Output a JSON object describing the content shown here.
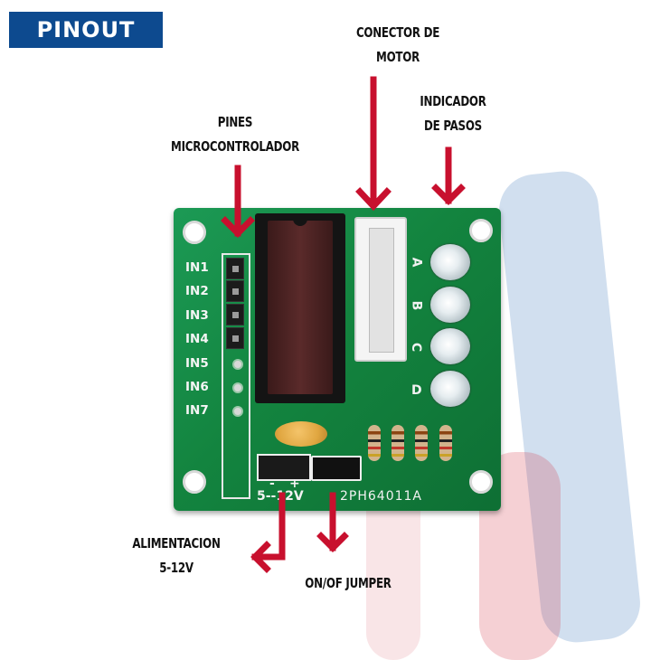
{
  "badge": {
    "text": "PINOUT",
    "background": "#0d4a8f"
  },
  "arrow_color": "#c8102e",
  "callouts": {
    "conector_motor": {
      "line1": "CONECTOR DE",
      "line2": "MOTOR"
    },
    "indicador_pasos": {
      "line1": "INDICADOR",
      "line2": "DE PASOS"
    },
    "pines_micro": {
      "line1": "PINES",
      "line2": "MICROCONTROLADOR"
    },
    "alimentacion": {
      "line1": "ALIMENTACION",
      "line2": "5-12V"
    },
    "jumper": {
      "line1": "ON/OF JUMPER"
    }
  },
  "board": {
    "pins": [
      "IN1",
      "IN2",
      "IN3",
      "IN4",
      "IN5",
      "IN6",
      "IN7"
    ],
    "led_letters": [
      "A",
      "B",
      "C",
      "D"
    ],
    "power_label": "5--12V",
    "minus": "-",
    "plus": "+",
    "model": "2PH64011A"
  }
}
